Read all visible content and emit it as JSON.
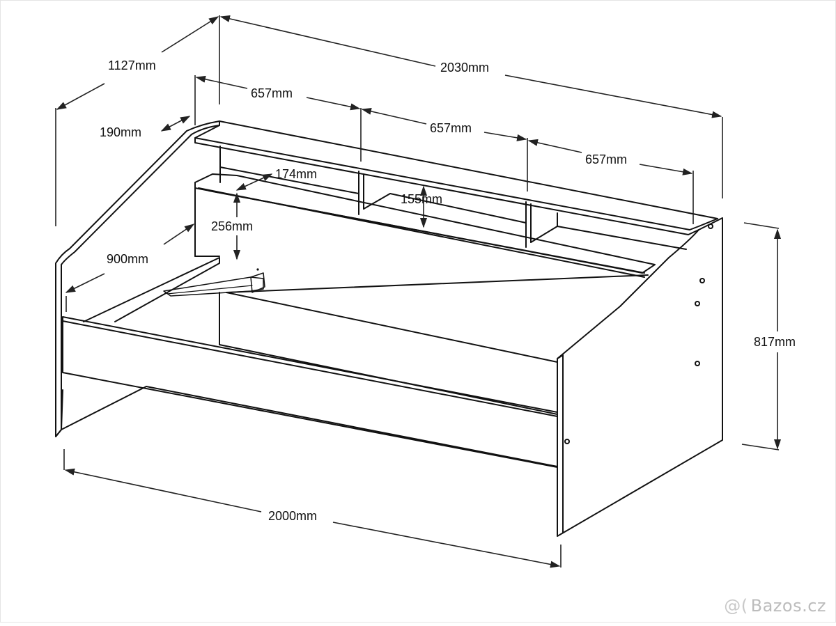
{
  "diagram": {
    "dimensions": {
      "overall_length": "2030mm",
      "depth": "1127mm",
      "shelf_width_left": "657mm",
      "shelf_width_middle": "657mm",
      "shelf_width_right": "657mm",
      "shelf_depth": "190mm",
      "shelf_height": "174mm",
      "compartment_height": "155mm",
      "headboard_height": "256mm",
      "mattress_width": "900mm",
      "total_height": "817mm",
      "mattress_length": "2000mm"
    },
    "colors": {
      "line": "#111111",
      "dimension": "#222222",
      "background": "#ffffff",
      "watermark": "#bcbcbc"
    }
  },
  "watermark": {
    "glyph": "@(",
    "text": "Bazos.cz"
  }
}
